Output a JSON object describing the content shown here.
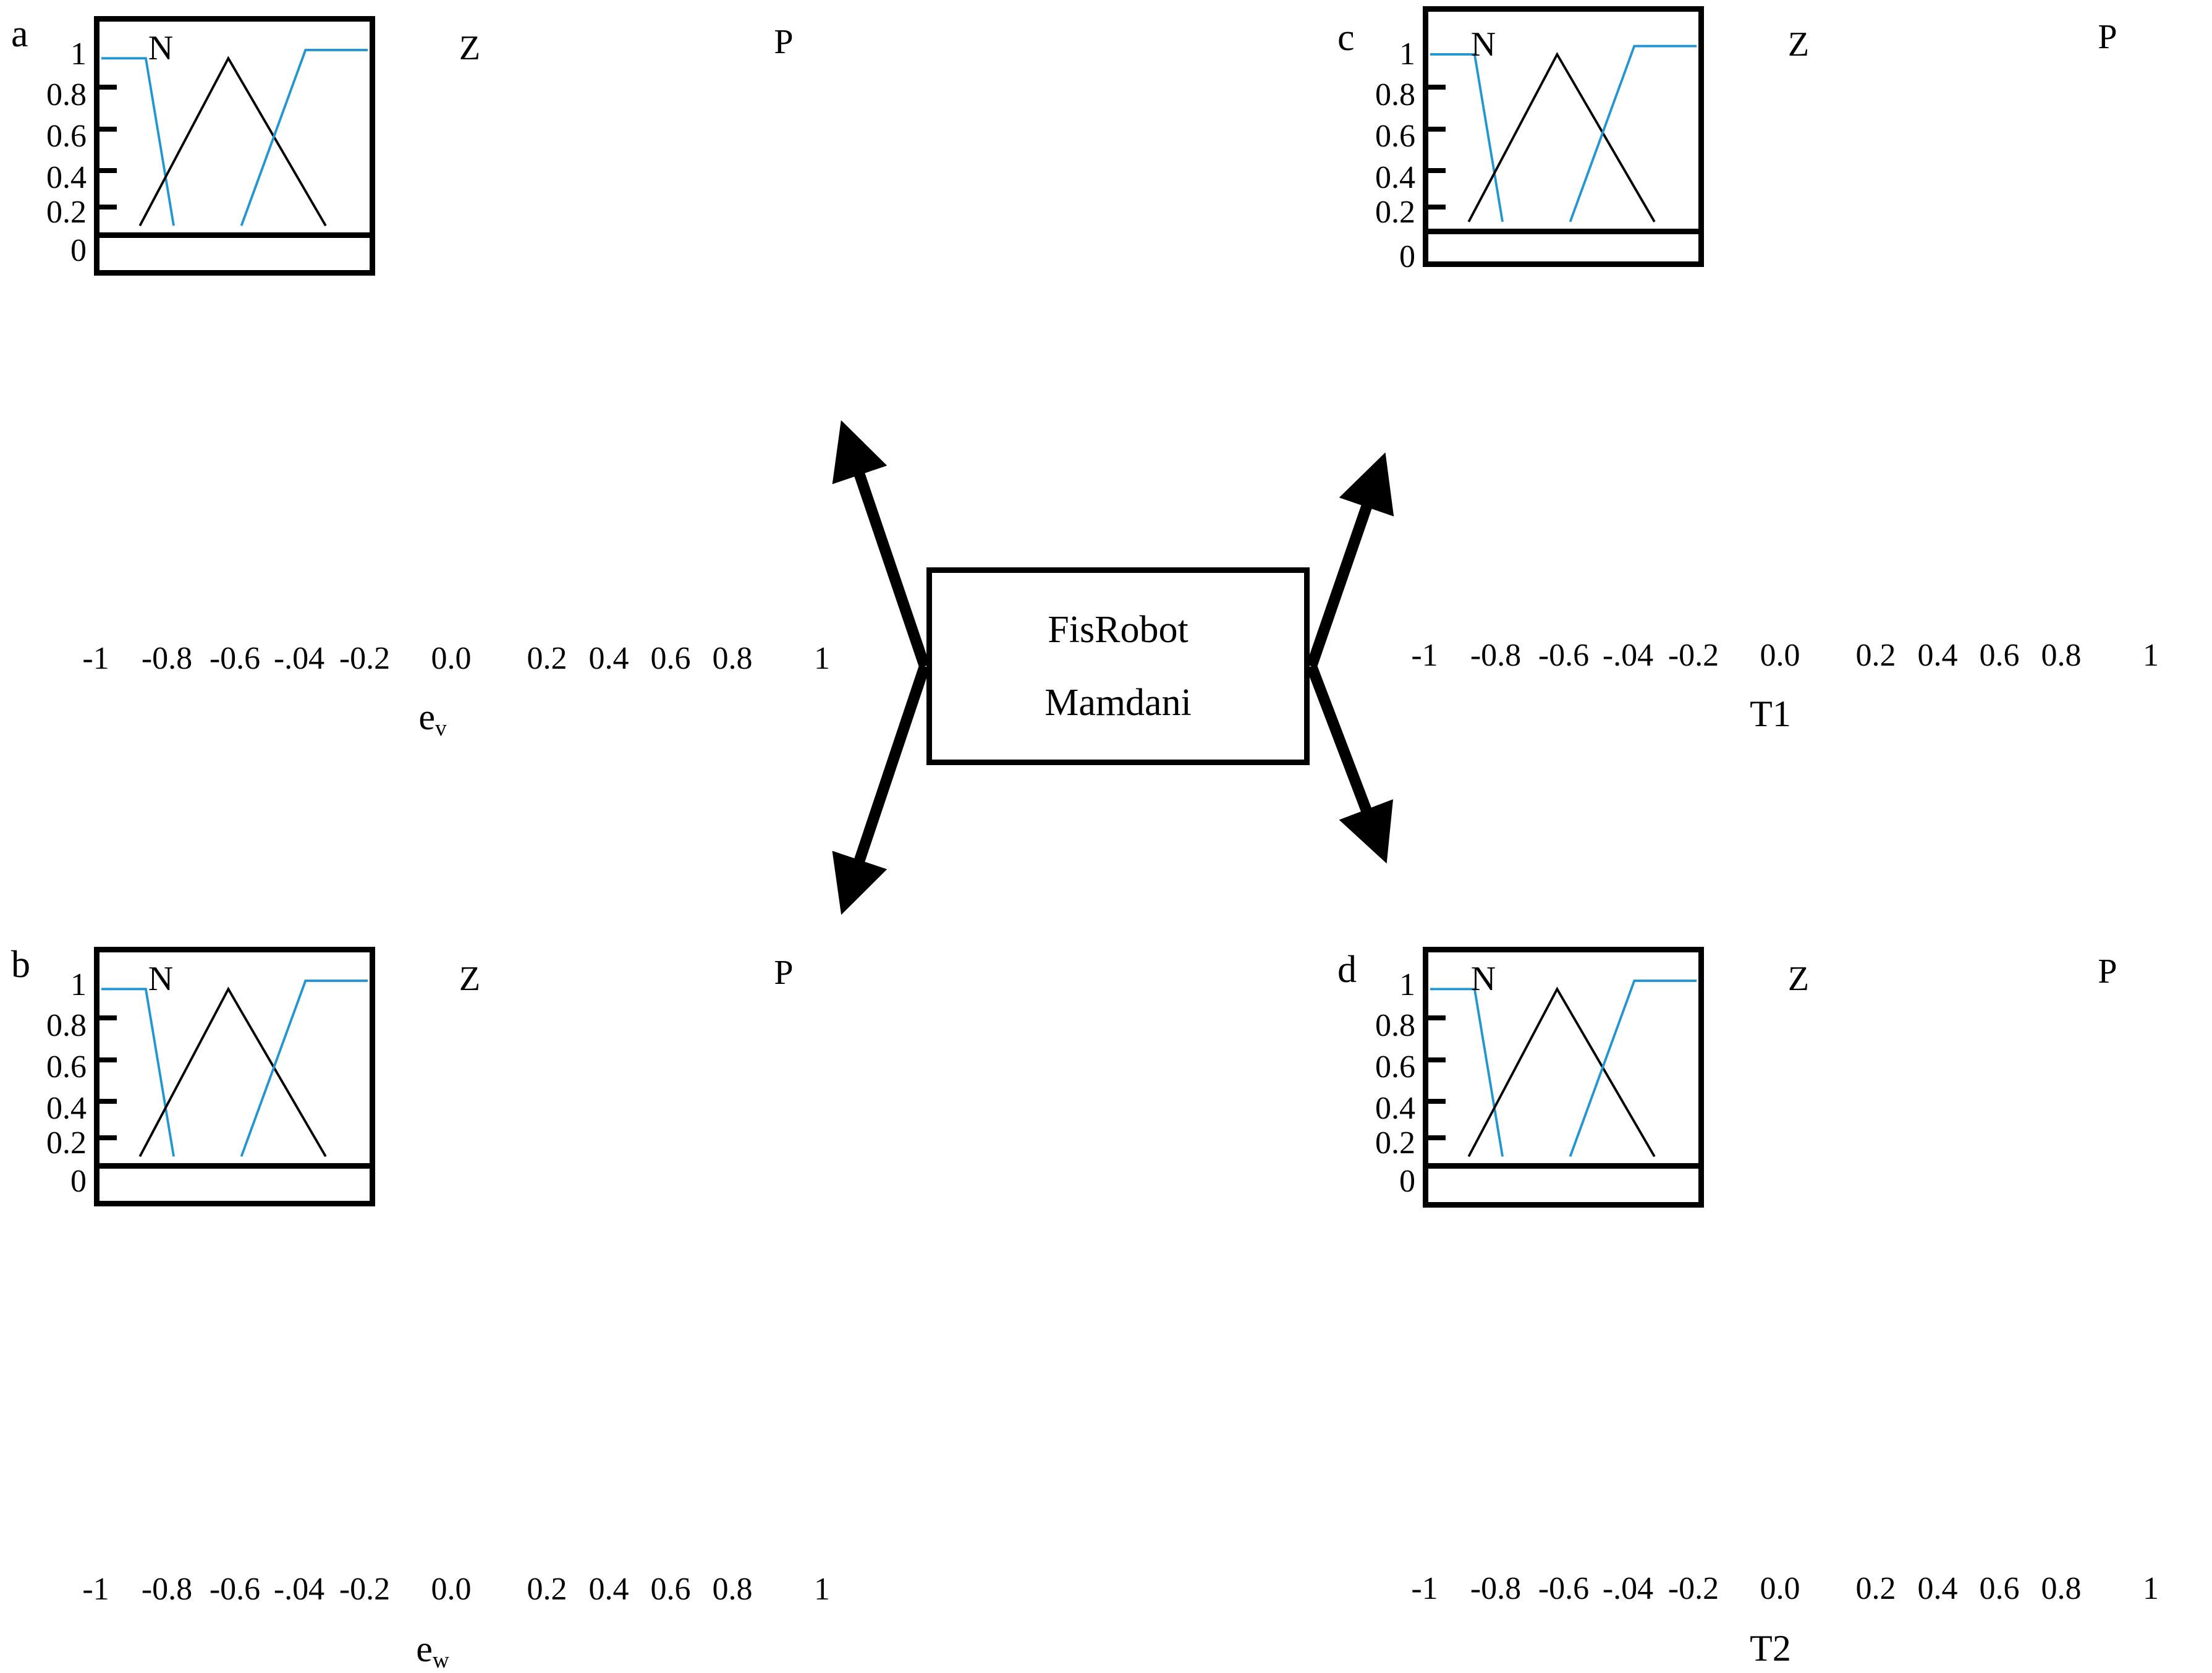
{
  "figure": {
    "panels": [
      {
        "letter": "a",
        "xlabel_base": "e",
        "xlabel_sub": "v",
        "series_labels": [
          "N",
          "Z",
          "P"
        ]
      },
      {
        "letter": "b",
        "xlabel_base": "e",
        "xlabel_sub": "w",
        "series_labels": [
          "N",
          "Z",
          "P"
        ]
      },
      {
        "letter": "c",
        "xlabel_base": "T1",
        "xlabel_sub": "",
        "series_labels": [
          "N",
          "Z",
          "P"
        ]
      },
      {
        "letter": "d",
        "xlabel_base": "T2",
        "xlabel_sub": "",
        "series_labels": [
          "N",
          "Z",
          "P"
        ]
      }
    ],
    "center_block": {
      "line1": "FisRobot",
      "line2": "Mamdani"
    },
    "colors": {
      "series_N": "#2196d3",
      "series_Z": "#000000",
      "series_P": "#2196d3",
      "frame": "#000000"
    }
  },
  "chart_data": {
    "type": "line",
    "title": "",
    "xlabel": "",
    "ylabel": "",
    "xlim": [
      -1,
      1
    ],
    "ylim": [
      0,
      1.05
    ],
    "grid": false,
    "legend": "inline-annotations",
    "xticks": [
      -1,
      -0.8,
      -0.6,
      -0.4,
      -0.2,
      0.0,
      0.2,
      0.4,
      0.6,
      0.8,
      1
    ],
    "xticklabels": [
      "-1",
      "-0.8",
      "-0.6",
      "-.04",
      "-0.2",
      "0.0",
      "0.2",
      "0.4",
      "0.6",
      "0.8",
      "1"
    ],
    "yticks": [
      0,
      0.2,
      0.4,
      0.6,
      0.8,
      1
    ],
    "yticklabels": [
      "0",
      "0.2",
      "0.4",
      "0.6",
      "0.8",
      "1"
    ],
    "panels": [
      {
        "id": "a",
        "letter": "a",
        "xlabel": "ev",
        "series": [
          {
            "name": "N",
            "color": "#2196d3",
            "x": [
              -1.0,
              -0.67,
              -0.27
            ],
            "y": [
              1.0,
              1.0,
              0.0
            ]
          },
          {
            "name": "Z",
            "color": "#000000",
            "x": [
              -0.7,
              -0.05,
              0.67
            ],
            "y": [
              0.0,
              1.0,
              0.0
            ]
          },
          {
            "name": "P",
            "color": "#2196d3",
            "x": [
              0.05,
              0.52,
              1.0
            ],
            "y": [
              0.0,
              1.05,
              1.05
            ]
          }
        ]
      },
      {
        "id": "b",
        "letter": "b",
        "xlabel": "ew",
        "series": [
          {
            "name": "N",
            "color": "#2196d3",
            "x": [
              -1.0,
              -0.67,
              -0.27
            ],
            "y": [
              1.0,
              1.0,
              0.0
            ]
          },
          {
            "name": "Z",
            "color": "#000000",
            "x": [
              -0.7,
              -0.05,
              0.67
            ],
            "y": [
              0.0,
              1.0,
              0.0
            ]
          },
          {
            "name": "P",
            "color": "#2196d3",
            "x": [
              0.05,
              0.52,
              1.0
            ],
            "y": [
              0.0,
              1.05,
              1.05
            ]
          }
        ]
      },
      {
        "id": "c",
        "letter": "c",
        "xlabel": "T1",
        "series": [
          {
            "name": "N",
            "color": "#2196d3",
            "x": [
              -1.0,
              -0.67,
              -0.27
            ],
            "y": [
              1.0,
              1.0,
              0.0
            ]
          },
          {
            "name": "Z",
            "color": "#000000",
            "x": [
              -0.7,
              -0.05,
              0.67
            ],
            "y": [
              0.0,
              1.0,
              0.0
            ]
          },
          {
            "name": "P",
            "color": "#2196d3",
            "x": [
              0.05,
              0.52,
              1.0
            ],
            "y": [
              0.0,
              1.05,
              1.05
            ]
          }
        ]
      },
      {
        "id": "d",
        "letter": "d",
        "xlabel": "T2",
        "series": [
          {
            "name": "N",
            "color": "#2196d3",
            "x": [
              -1.0,
              -0.67,
              -0.27
            ],
            "y": [
              1.0,
              1.0,
              0.0
            ]
          },
          {
            "name": "Z",
            "color": "#000000",
            "x": [
              -0.7,
              -0.05,
              0.67
            ],
            "y": [
              0.0,
              1.0,
              0.0
            ]
          },
          {
            "name": "P",
            "color": "#2196d3",
            "x": [
              0.05,
              0.52,
              1.0
            ],
            "y": [
              0.0,
              1.05,
              1.05
            ]
          }
        ]
      }
    ]
  }
}
